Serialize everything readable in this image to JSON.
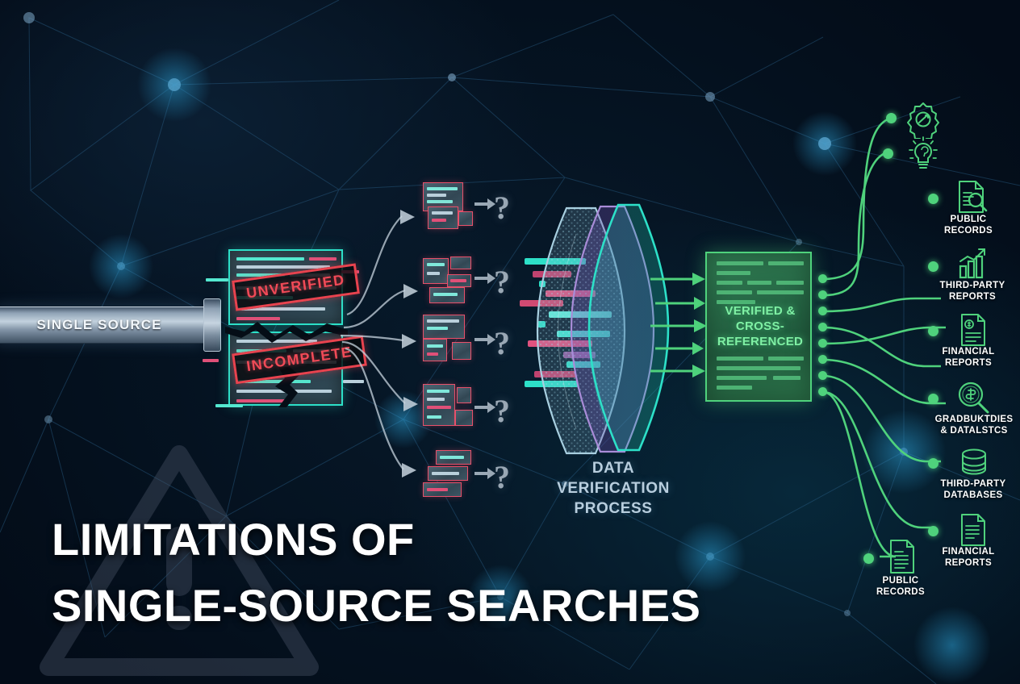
{
  "title": {
    "line1": "LIMITATIONS OF",
    "line2": "SINGLE-SOURCE SEARCHES"
  },
  "source": {
    "label": "SINGLE SOURCE"
  },
  "stamps": {
    "unverified": "UNVERIFIED",
    "incomplete": "INCOMPLETE"
  },
  "fragments": {
    "question_mark": "?",
    "count": 5
  },
  "lens": {
    "label_line1": "DATA",
    "label_line2": "VERIFICATION",
    "label_line3": "PROCESS"
  },
  "verified_document": {
    "label_line1": "VERIFIED &",
    "label_line2": "CROSS-",
    "label_line3": "REFERENCED"
  },
  "outputs": [
    {
      "icon": "gear-icon",
      "label_line1": "",
      "label_line2": ""
    },
    {
      "icon": "lightbulb-icon",
      "label_line1": "",
      "label_line2": ""
    },
    {
      "icon": "document-search-icon",
      "label_line1": "PUBLIC",
      "label_line2": "RECORDS"
    },
    {
      "icon": "bar-chart-icon",
      "label_line1": "THIRD-PARTY",
      "label_line2": "REPORTS"
    },
    {
      "icon": "financial-document-icon",
      "label_line1": "FINANCIAL",
      "label_line2": "REPORTS"
    },
    {
      "icon": "magnifier-dollar-icon",
      "label_line1": "GRADBUKTDIES",
      "label_line2": "& DATALSTCS"
    },
    {
      "icon": "database-icon",
      "label_line1": "THIRD-PARTY",
      "label_line2": "DATABASES"
    },
    {
      "icon": "financial-document-icon",
      "label_line1": "FINANCIAL",
      "label_line2": "REPORTS"
    },
    {
      "icon": "document-lines-icon",
      "label_line1": "PUBLIC",
      "label_line2": "RECORDS"
    }
  ],
  "colors": {
    "background": "#02080f",
    "accent_green": "#4fd27c",
    "verified_text": "#7ff0a4",
    "alert_red": "#e8434f",
    "cyan": "#2de0c8",
    "lens_label": "#b8cede",
    "title_white": "#ffffff"
  }
}
